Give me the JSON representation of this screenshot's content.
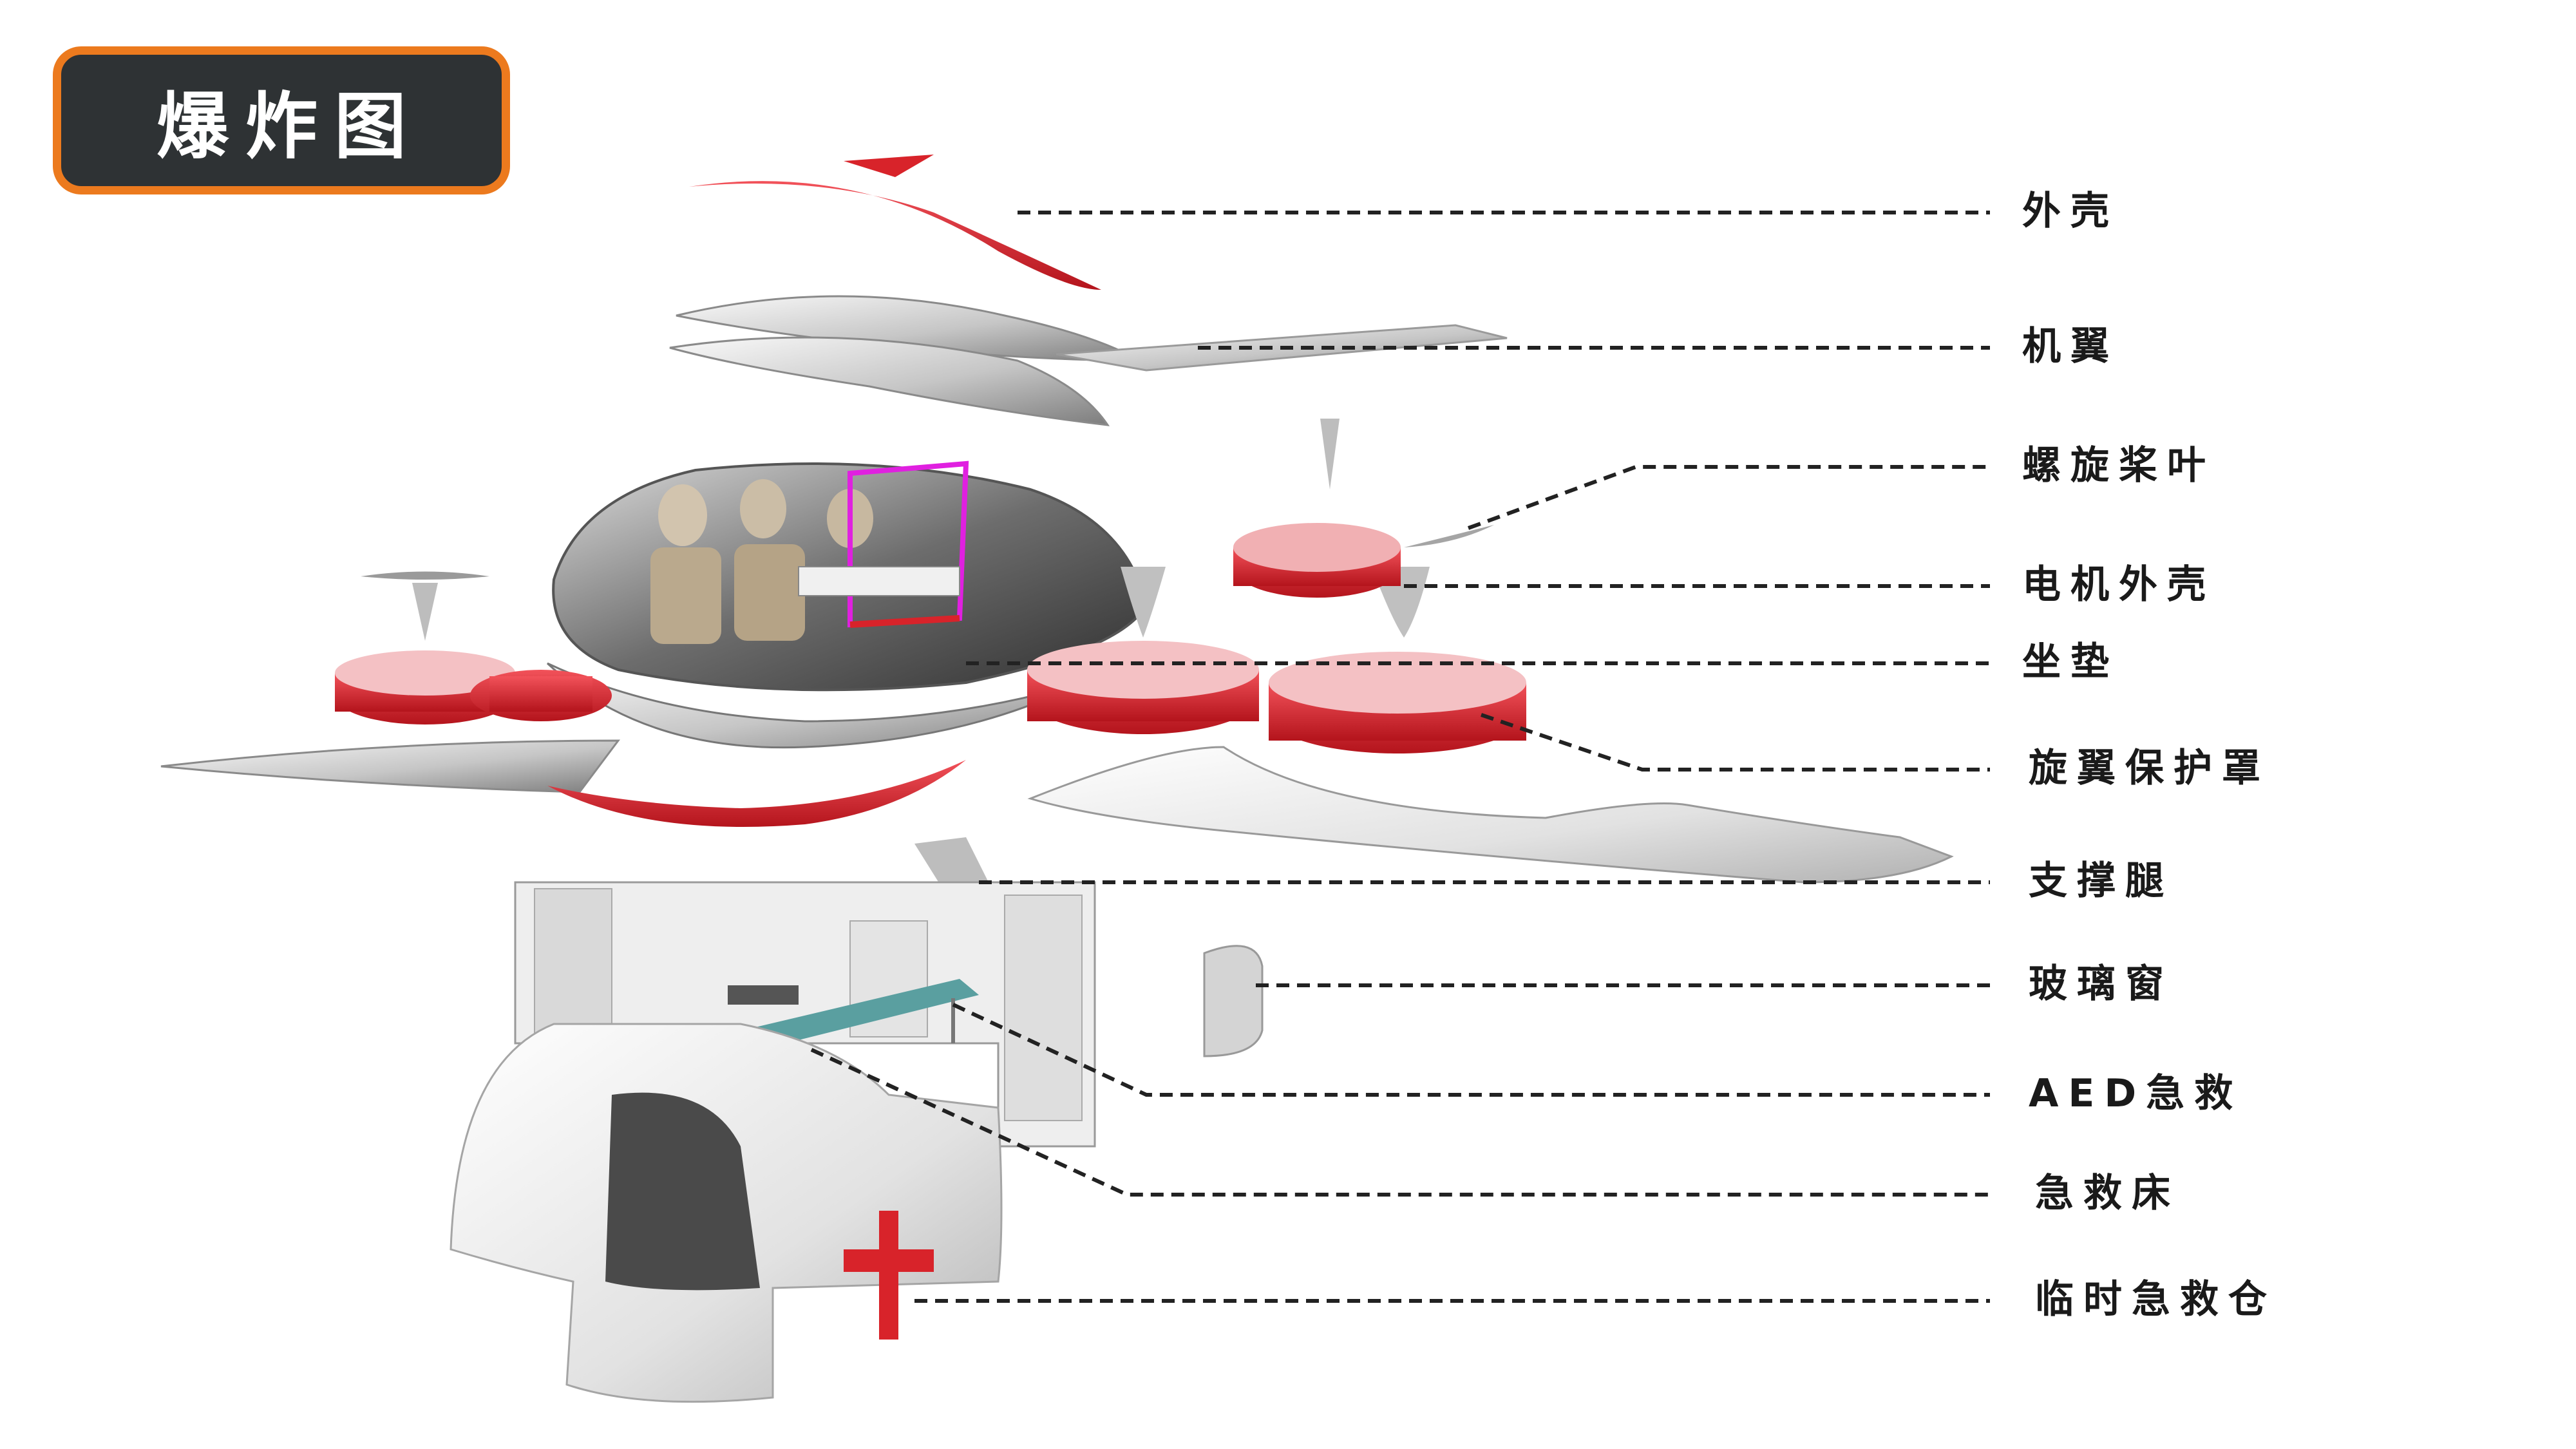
{
  "title": "爆炸图",
  "labels": [
    "外壳",
    "机翼",
    "螺旋桨叶",
    "电机外壳",
    "坐垫",
    "旋翼保护罩",
    "支撑腿",
    "玻璃窗",
    "AED急救",
    "急救床",
    "临时急救仓"
  ],
  "colors": {
    "badge_bg": "#2e3234",
    "badge_border": "#ec7a1e",
    "accent_red": "#d8232a",
    "line": "#222222"
  },
  "icons": [
    "red-cross-icon"
  ]
}
